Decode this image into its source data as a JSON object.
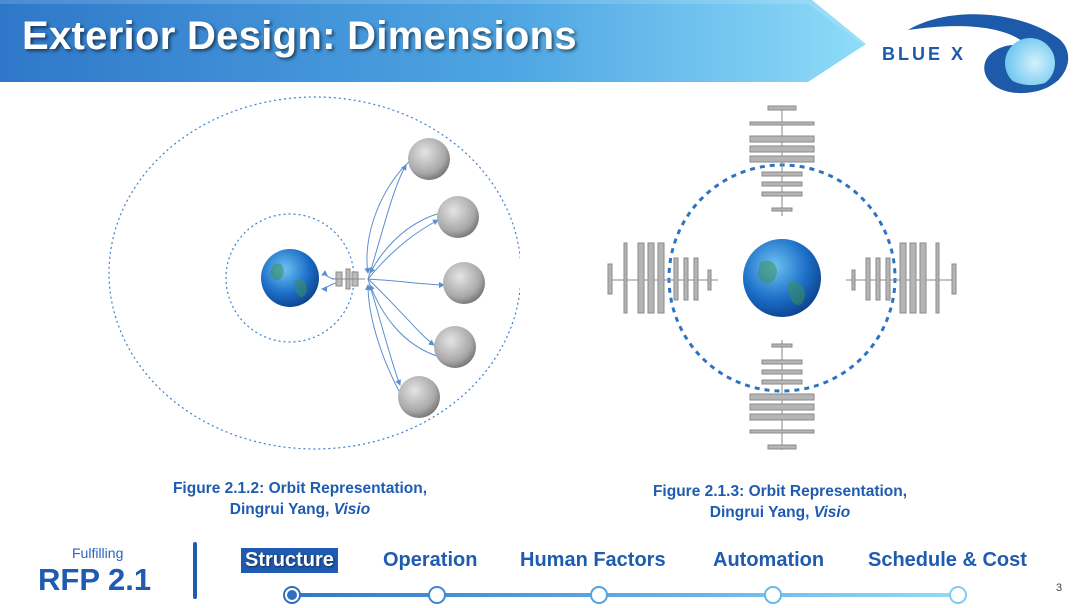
{
  "header": {
    "title": "Exterior Design: Dimensions"
  },
  "logo": {
    "text": "BLUE X"
  },
  "figures": [
    {
      "caption_line1": "Figure 2.1.2: Orbit Representation,",
      "caption_author": "Dingrui Yang, ",
      "caption_tool": "Visio"
    },
    {
      "caption_line1": "Figure 2.1.3: Orbit Representation,",
      "caption_author": "Dingrui Yang, ",
      "caption_tool": "Visio"
    }
  ],
  "footer": {
    "fulfilling_label": "Fulfilling",
    "rfp_label": "RFP 2.1",
    "nav": [
      {
        "label": "Structure",
        "active": true
      },
      {
        "label": "Operation",
        "active": false
      },
      {
        "label": "Human Factors",
        "active": false
      },
      {
        "label": "Automation",
        "active": false
      },
      {
        "label": "Schedule & Cost",
        "active": false
      }
    ],
    "page_number": "3"
  },
  "colors": {
    "primary": "#1f5bb0",
    "header_gradient_start": "#2f78c9",
    "header_gradient_end": "#7fd6f8",
    "orbit_line": "#3b7fd0"
  }
}
